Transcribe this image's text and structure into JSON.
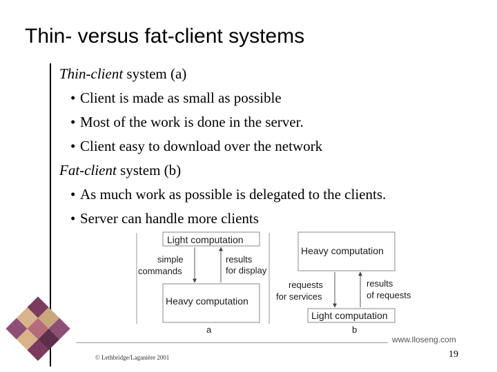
{
  "slide": {
    "title": "Thin- versus fat-client systems",
    "thin": {
      "lead": "Thin-client",
      "rest": " system (a)",
      "bullets": [
        "Client is made as small as possible",
        "Most of the work is done in the server.",
        "Client easy to download over the network"
      ]
    },
    "fat": {
      "lead": "Fat-client",
      "rest": " system (b)",
      "bullets": [
        "As much work as possible is delegated to the clients.",
        "Server can handle more clients"
      ]
    },
    "bullet_glyph": "•"
  },
  "figure": {
    "a": {
      "top_box": "Light computation",
      "bottom_box": "Heavy computation",
      "left_label": [
        "simple",
        "commands"
      ],
      "right_label": [
        "results",
        "for display"
      ],
      "caption": "a"
    },
    "b": {
      "top_box": "Heavy computation",
      "bottom_box": "Light computation",
      "left_label": [
        "requests",
        "for services"
      ],
      "right_label": [
        "results",
        "of requests"
      ],
      "caption": "b"
    }
  },
  "footer": {
    "url": "www.lloseng.com",
    "credit": "© Lethbridge/Laganière 2001",
    "page": "19"
  },
  "colors": {
    "logo": [
      "#7a3b5e",
      "#c9a77c",
      "#8e4f77",
      "#d9b48a",
      "#b56b7a",
      "#5d2f4a"
    ]
  }
}
